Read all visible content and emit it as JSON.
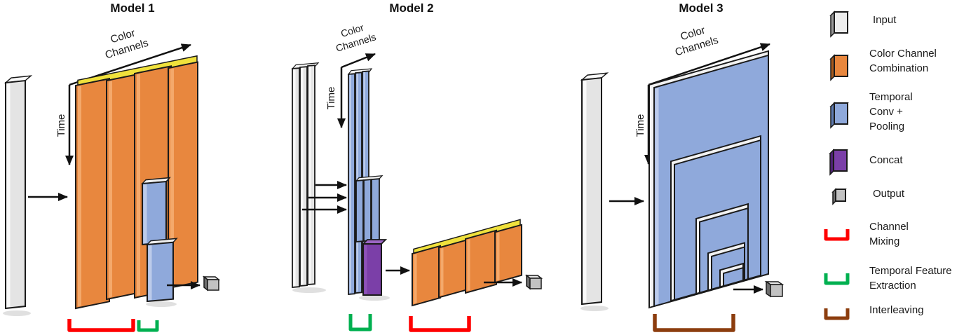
{
  "figure": {
    "models": [
      {
        "title": "Model 1",
        "axis": {
          "line1": "Color",
          "line2": "Channels",
          "time": "Time"
        }
      },
      {
        "title": "Model 2",
        "axis": {
          "line1": "Color",
          "line2": "Channels",
          "time": "Time"
        }
      },
      {
        "title": "Model 3",
        "axis": {
          "line1": "Color",
          "line2": "Channels",
          "time": "Time"
        }
      }
    ]
  },
  "legend": {
    "items": [
      {
        "name": "input",
        "lines": [
          "Input"
        ]
      },
      {
        "name": "color-channel-combination",
        "lines": [
          "Color Channel",
          "Combination"
        ]
      },
      {
        "name": "temporal-conv-pooling",
        "lines": [
          "Temporal",
          "Conv +",
          "Pooling"
        ]
      },
      {
        "name": "concat",
        "lines": [
          "Concat"
        ]
      },
      {
        "name": "output",
        "lines": [
          "Output"
        ]
      },
      {
        "name": "channel-mixing",
        "lines": [
          "Channel",
          "Mixing"
        ]
      },
      {
        "name": "temporal-feature-extraction",
        "lines": [
          "Temporal Feature",
          "Extraction"
        ]
      },
      {
        "name": "interleaving",
        "lines": [
          "Interleaving"
        ]
      }
    ]
  },
  "colors": {
    "orange": "#E8873E",
    "orange-light": "#F4A96B",
    "orange-dark": "#A65A1E",
    "yellow": "#F0E13C",
    "blue": "#8FA9DB",
    "blue-light": "#BCCBEA",
    "blue-dark": "#5F7BB0",
    "purple": "#7B3FA8",
    "purple-light": "#9C66C4",
    "purple-dark": "#4E2273",
    "gray-face": "#E4E4E4",
    "gray-light": "#FAFAFA",
    "gray-side": "#9A9A9A",
    "cube-front": "#C2C2C2",
    "cube-side": "#6E6E6E",
    "cube-top": "#E8E8E8",
    "outline": "#1a1a1a",
    "red": "#FF0000",
    "green": "#00B050",
    "brown": "#8C3D0E"
  }
}
